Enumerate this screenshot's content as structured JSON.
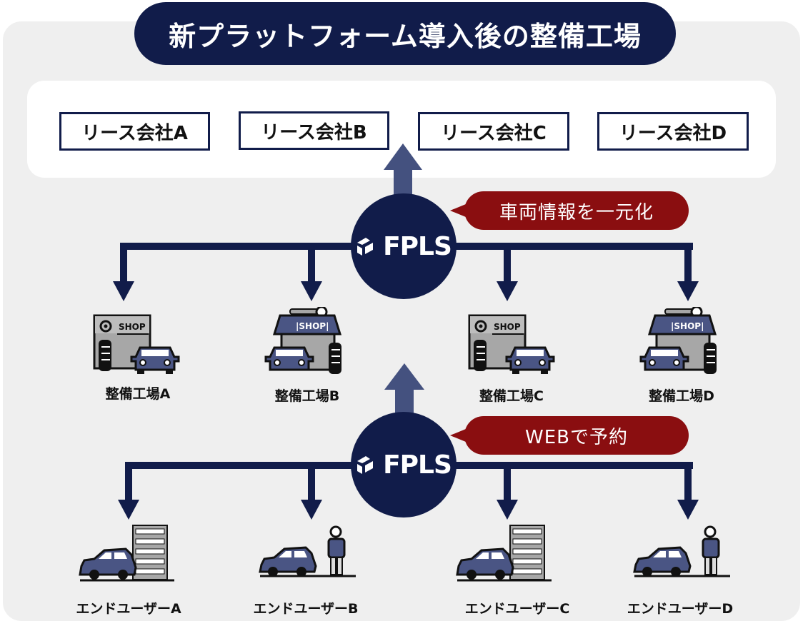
{
  "title": "新プラットフォーム導入後の整備工場",
  "colors": {
    "navy": "#111c4a",
    "arrow_up": "#44517f",
    "bubble_red": "#8a0e10",
    "panel_bg": "#efefef",
    "car_blue": "#4a5584",
    "shop_gray": "#a7a7a7"
  },
  "lease_companies": [
    {
      "label": "リース会社A"
    },
    {
      "label": "リース会社B"
    },
    {
      "label": "リース会社C"
    },
    {
      "label": "リース会社D"
    }
  ],
  "hubs": [
    {
      "logo_icon": "fpls-logo-icon",
      "logo_text": "FPLS",
      "bubble": "車両情報を一元化"
    },
    {
      "logo_icon": "fpls-logo-icon",
      "logo_text": "FPLS",
      "bubble": "WEBで予約"
    }
  ],
  "shops": [
    {
      "label": "整備工場A",
      "icon": "shop-building-icon",
      "sign": "SHOP"
    },
    {
      "label": "整備工場B",
      "icon": "shop-garage-icon",
      "sign": "|SHOP|"
    },
    {
      "label": "整備工場C",
      "icon": "shop-building-icon",
      "sign": "SHOP"
    },
    {
      "label": "整備工場D",
      "icon": "shop-garage-icon",
      "sign": "|SHOP|"
    }
  ],
  "end_users": [
    {
      "label": "エンドユーザーA",
      "icon": "car-with-building-icon"
    },
    {
      "label": "エンドユーザーB",
      "icon": "car-with-person-icon"
    },
    {
      "label": "エンドユーザーC",
      "icon": "car-with-building-icon"
    },
    {
      "label": "エンドユーザーD",
      "icon": "car-with-person-icon"
    }
  ]
}
